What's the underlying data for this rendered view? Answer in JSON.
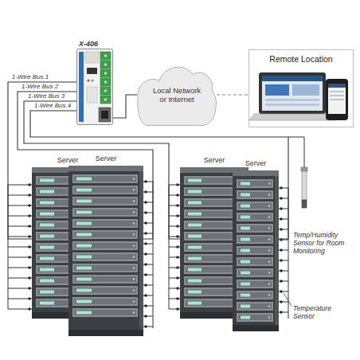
{
  "diagram": {
    "nodes": [
      {
        "text": [
          "X-406"
        ]
      },
      {
        "text": [
          "Local Network or Internet"
        ]
      },
      {
        "text": [
          "Remote Location"
        ]
      },
      {
        "text": [
          "Server"
        ]
      },
      {
        "text": [
          "Server"
        ]
      },
      {
        "text": [
          "Server"
        ]
      },
      {
        "text": [
          "Server"
        ]
      }
    ],
    "edges": [
      {
        "from": 0,
        "to": 3,
        "label": "1-Wire Bus 1",
        "arrow": "none"
      },
      {
        "from": 0,
        "to": 4,
        "label": "1-Wire Bus 2",
        "arrow": "none"
      },
      {
        "from": 0,
        "to": 5,
        "label": "1-Wire Bus 3",
        "arrow": "none"
      },
      {
        "from": 0,
        "to": 6,
        "label": "1-Wire Bus 4",
        "arrow": "none"
      },
      {
        "from": 0,
        "to": 1,
        "arrow": "none"
      },
      {
        "from": 1,
        "to": 2,
        "arrow": "none"
      }
    ],
    "labels": [
      "Temp/Humidity Sensor for Room Monitoring",
      "Temperature Sensor"
    ]
  }
}
